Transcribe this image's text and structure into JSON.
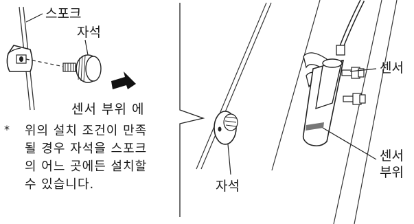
{
  "labels": {
    "spoke": "스포크",
    "magnet_left": "자석",
    "sensor_position": "센서 부위 에",
    "magnet_right": "자석",
    "sensor": "센서",
    "sensor_part_line1": "센서",
    "sensor_part_line2": "부위"
  },
  "note": {
    "marker": "*",
    "lines": [
      "위의 설치 조건이 만족",
      "될 경우 자석을 스포크",
      "의 어느 곳에든 설치할",
      "수 있습니다."
    ]
  }
}
